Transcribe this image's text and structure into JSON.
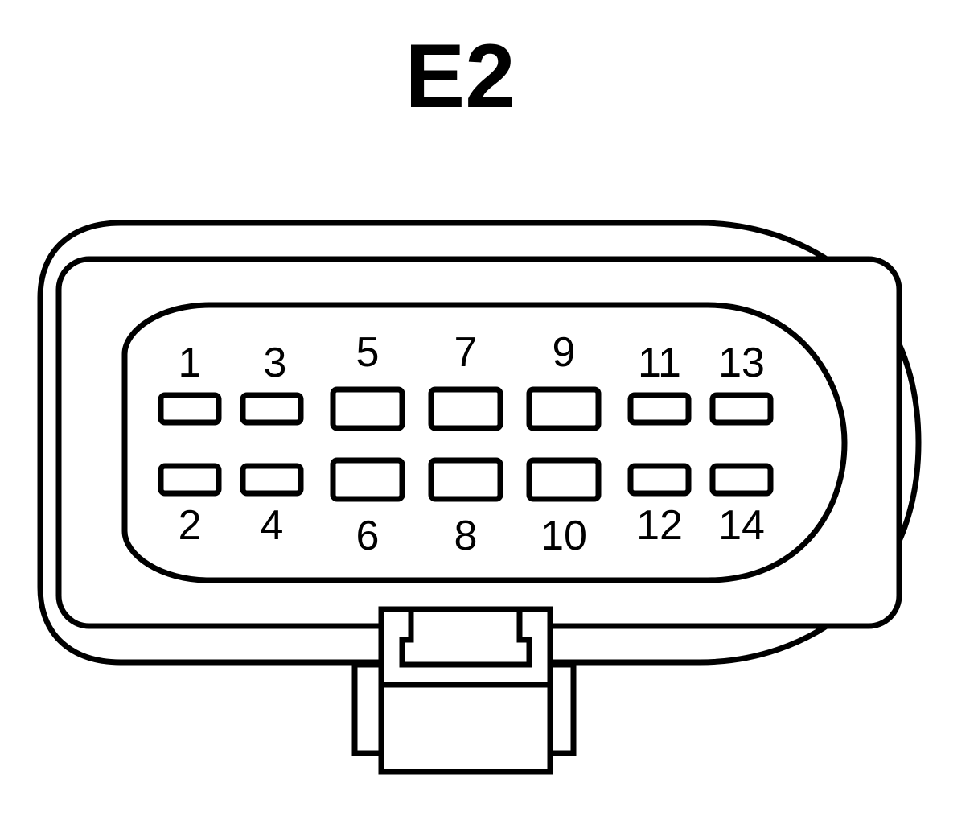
{
  "connector": {
    "label": "E2",
    "pins": [
      {
        "number": "1",
        "row": "top",
        "size": "small"
      },
      {
        "number": "3",
        "row": "top",
        "size": "small"
      },
      {
        "number": "5",
        "row": "top",
        "size": "large"
      },
      {
        "number": "7",
        "row": "top",
        "size": "large"
      },
      {
        "number": "9",
        "row": "top",
        "size": "large"
      },
      {
        "number": "11",
        "row": "top",
        "size": "small"
      },
      {
        "number": "13",
        "row": "top",
        "size": "small"
      },
      {
        "number": "2",
        "row": "bottom",
        "size": "small"
      },
      {
        "number": "4",
        "row": "bottom",
        "size": "small"
      },
      {
        "number": "6",
        "row": "bottom",
        "size": "large"
      },
      {
        "number": "8",
        "row": "bottom",
        "size": "large"
      },
      {
        "number": "10",
        "row": "bottom",
        "size": "large"
      },
      {
        "number": "12",
        "row": "bottom",
        "size": "small"
      },
      {
        "number": "14",
        "row": "bottom",
        "size": "small"
      }
    ]
  },
  "colors": {
    "stroke": "#000000",
    "background": "#ffffff"
  }
}
